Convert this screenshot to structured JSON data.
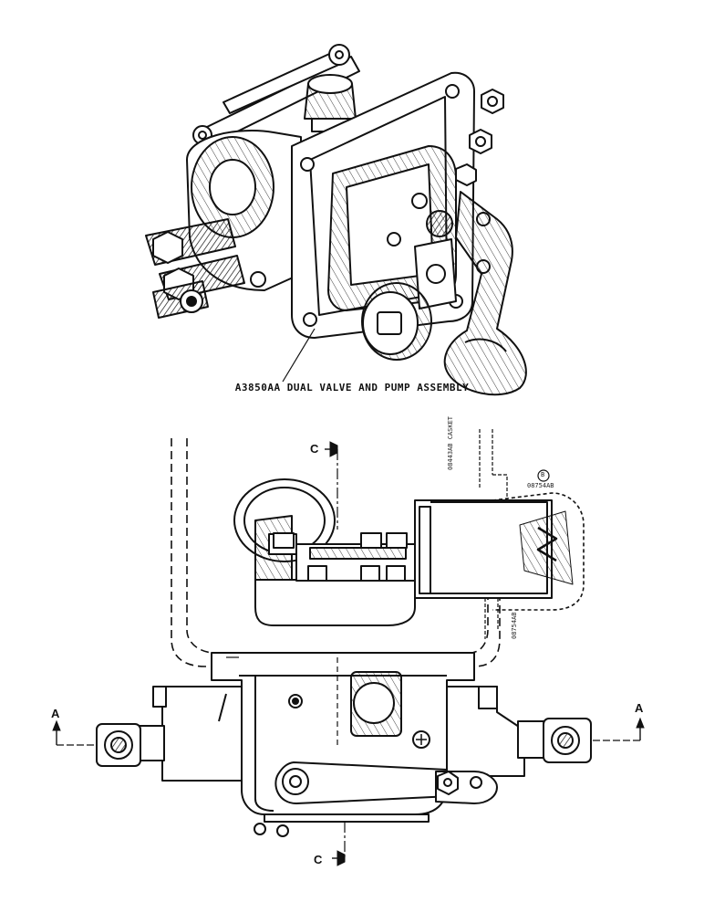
{
  "caption": "A3850AA DUAL VALVE AND PUMP ASSEMBLY",
  "section_marks": {
    "a_left": "A",
    "a_right": "A",
    "c_top": "C",
    "c_bottom": "C"
  },
  "callouts": {
    "top": "08443AB CASKET",
    "mid": "08754AB",
    "side": "08754AB",
    "circled": "B"
  },
  "colors": {
    "ink": "#111111",
    "paper": "#ffffff"
  }
}
